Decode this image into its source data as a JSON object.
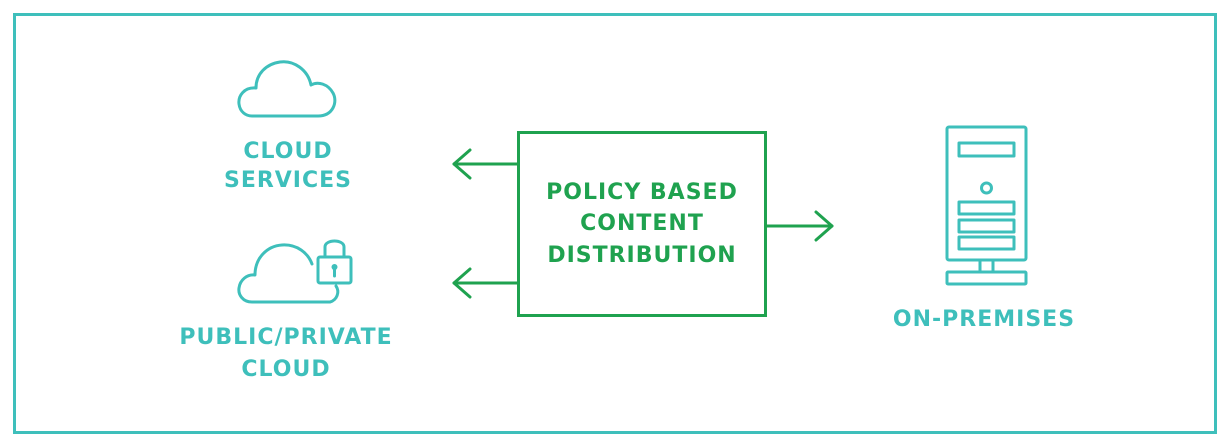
{
  "center_box": {
    "lines": [
      "POLICY BASED",
      "CONTENT",
      "DISTRIBUTION"
    ]
  },
  "cloud_services": {
    "lines": [
      "CLOUD",
      "SERVICES"
    ]
  },
  "public_private_cloud": {
    "lines": [
      "PUBLIC/PRIVATE",
      "CLOUD"
    ]
  },
  "on_premises": {
    "label": "ON-PREMISES"
  },
  "icons": {
    "cloud_services": "cloud-icon",
    "public_private_cloud": "locked-cloud-icon",
    "on_premises": "server-tower-icon"
  },
  "colors": {
    "frame": "#3ebfbb",
    "teal": "#3ebfbb",
    "green": "#1fa24f"
  }
}
